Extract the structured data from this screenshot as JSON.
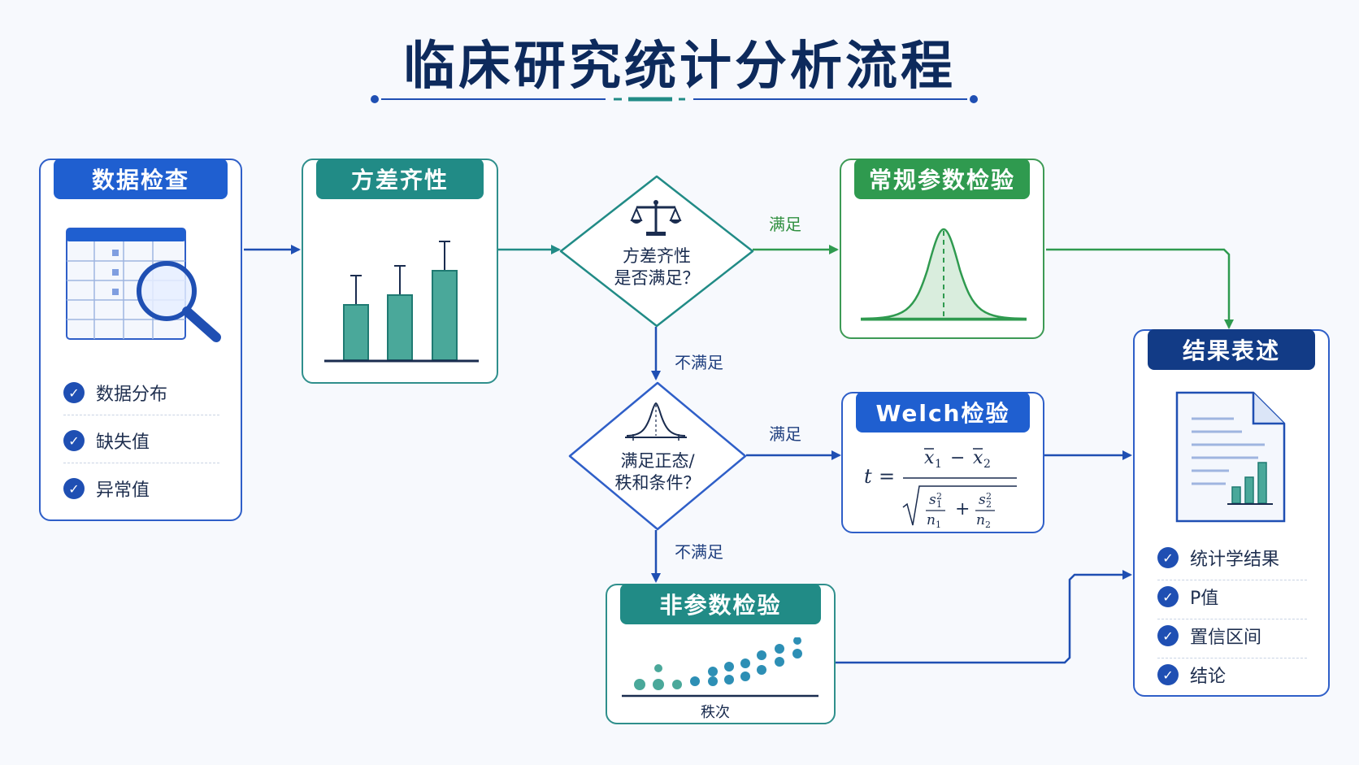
{
  "title": "临床研究统计分析流程",
  "data_check": {
    "header": "数据检查",
    "items": [
      "数据分布",
      "缺失值",
      "异常值"
    ]
  },
  "variance": {
    "header": "方差齐性"
  },
  "decision1": {
    "line1": "方差齐性",
    "line2": "是否满足？"
  },
  "decision2": {
    "line1": "满足正态/",
    "line2": "秩和条件？"
  },
  "param_test": {
    "header": "常规参数检验"
  },
  "welch": {
    "header": "Welch检验"
  },
  "nonparam": {
    "header": "非参数检验",
    "axis_label": "秩次"
  },
  "result": {
    "header": "结果表述",
    "items": [
      "统计学结果",
      "P值",
      "置信区间",
      "结论"
    ]
  },
  "flow": {
    "yes1": "满足",
    "no1": "不满足",
    "yes2": "满足",
    "no2": "不满足"
  },
  "colors": {
    "blue": "#1f5fd0",
    "teal": "#218b86",
    "green": "#2f9a4f",
    "navy": "#123b86"
  }
}
